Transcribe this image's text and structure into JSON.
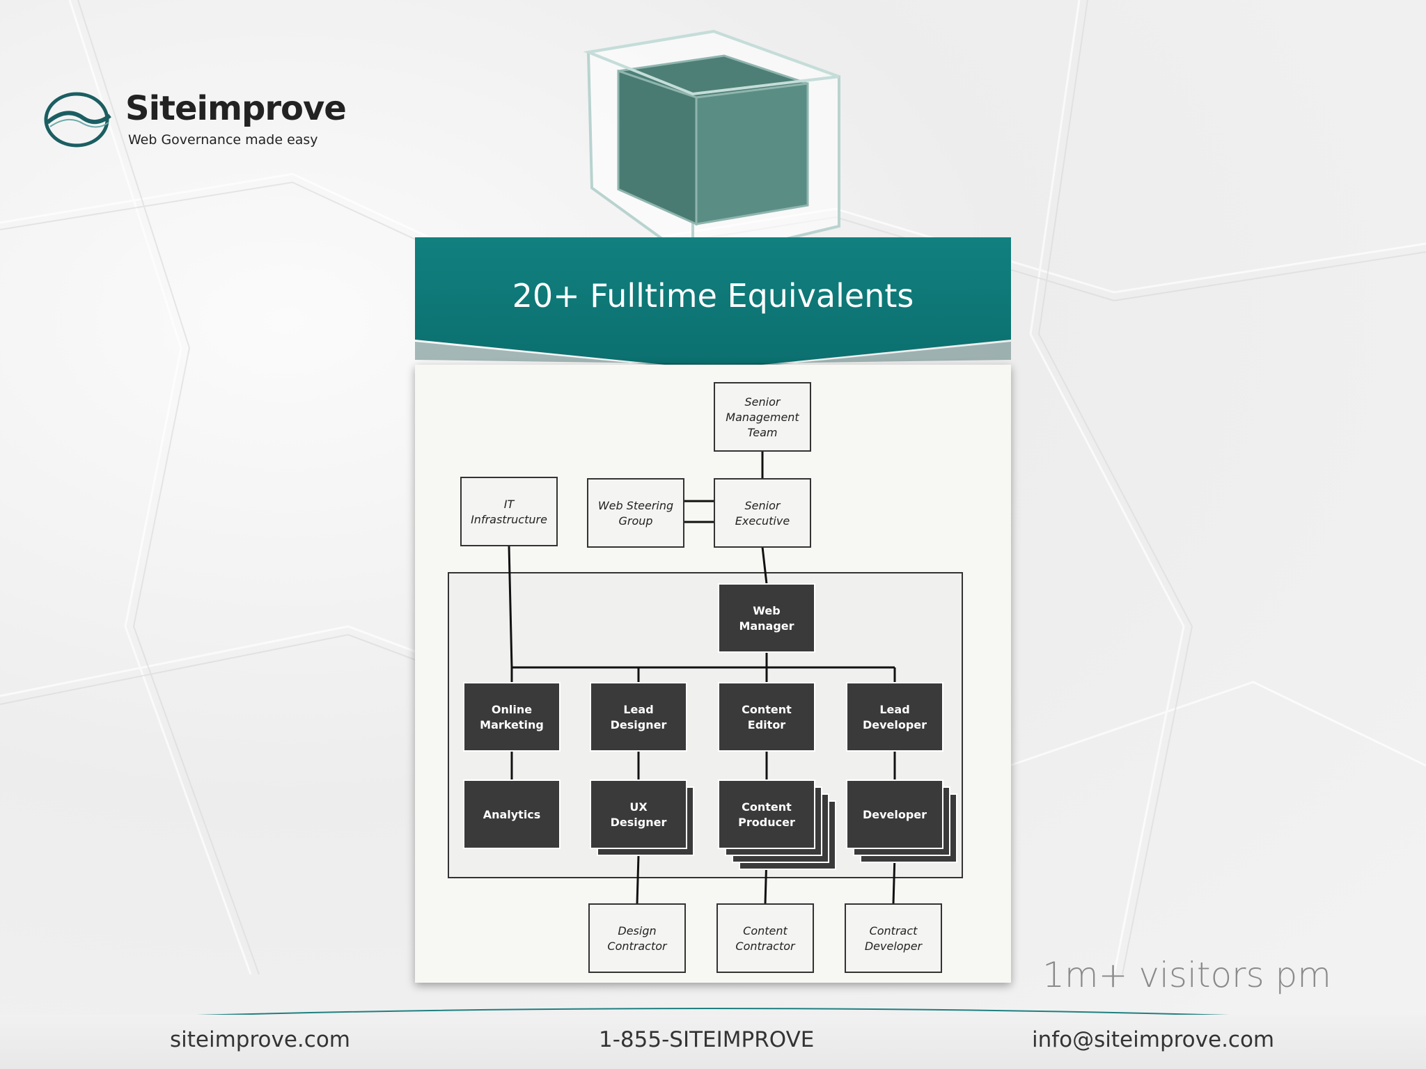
{
  "brand": {
    "name": "Siteimprove",
    "tagline": "Web Governance made easy",
    "color": "#0f7d7c"
  },
  "banner": {
    "title": "20+ Fulltime Equivalents"
  },
  "org_chart": {
    "nodes": [
      {
        "id": "smt",
        "lines": [
          "Senior",
          "Management",
          "Team"
        ],
        "style": "light"
      },
      {
        "id": "it",
        "lines": [
          "IT",
          "Infrastructure"
        ],
        "style": "light"
      },
      {
        "id": "wsg",
        "lines": [
          "Web Steering",
          "Group"
        ],
        "style": "light"
      },
      {
        "id": "se",
        "lines": [
          "Senior",
          "Executive"
        ],
        "style": "light"
      },
      {
        "id": "wm",
        "lines": [
          "Web",
          "Manager"
        ],
        "style": "dark"
      },
      {
        "id": "om",
        "lines": [
          "Online",
          "Marketing"
        ],
        "style": "dark"
      },
      {
        "id": "ld",
        "lines": [
          "Lead",
          "Designer"
        ],
        "style": "dark"
      },
      {
        "id": "ce",
        "lines": [
          "Content",
          "Editor"
        ],
        "style": "dark"
      },
      {
        "id": "ldev",
        "lines": [
          "Lead",
          "Developer"
        ],
        "style": "dark"
      },
      {
        "id": "an",
        "lines": [
          "Analytics"
        ],
        "style": "dark"
      },
      {
        "id": "ux",
        "lines": [
          "UX",
          "Designer"
        ],
        "style": "dark",
        "stack": 2
      },
      {
        "id": "cp",
        "lines": [
          "Content",
          "Producer"
        ],
        "style": "dark",
        "stack": 4
      },
      {
        "id": "dev",
        "lines": [
          "Developer"
        ],
        "style": "dark",
        "stack": 3
      },
      {
        "id": "dc",
        "lines": [
          "Design",
          "Contractor"
        ],
        "style": "light"
      },
      {
        "id": "cc",
        "lines": [
          "Content",
          "Contractor"
        ],
        "style": "light"
      },
      {
        "id": "cd",
        "lines": [
          "Contract",
          "Developer"
        ],
        "style": "light"
      }
    ],
    "edges": [
      [
        "smt",
        "se"
      ],
      [
        "wsg",
        "se"
      ],
      [
        "se",
        "wm"
      ],
      [
        "wm",
        "om"
      ],
      [
        "wm",
        "ld"
      ],
      [
        "wm",
        "ce"
      ],
      [
        "wm",
        "ldev"
      ],
      [
        "it",
        "om"
      ],
      [
        "om",
        "an"
      ],
      [
        "ld",
        "ux"
      ],
      [
        "ce",
        "cp"
      ],
      [
        "ldev",
        "dev"
      ],
      [
        "ux",
        "dc"
      ],
      [
        "cp",
        "cc"
      ],
      [
        "dev",
        "cd"
      ]
    ]
  },
  "visitors": "1m+ visitors pm",
  "footer": {
    "website": "siteimprove.com",
    "phone": "1-855-SITEIMPROVE",
    "email": "info@siteimprove.com"
  }
}
